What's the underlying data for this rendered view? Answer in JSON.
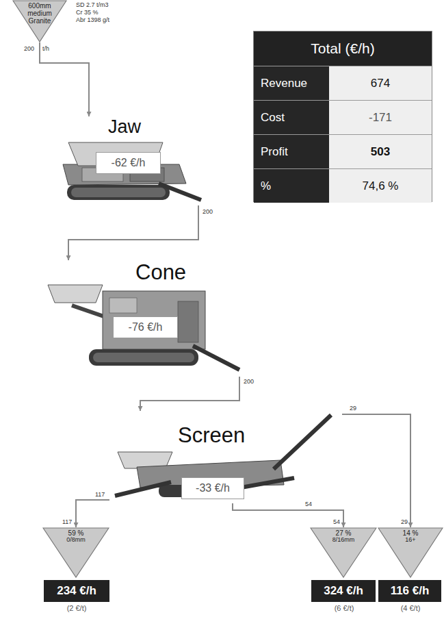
{
  "diagram": {
    "nodes": [
      {
        "text": [
          "600mm medium Granite"
        ]
      },
      {
        "text": [
          "Total (€/h)",
          "Revenue",
          "674",
          "Cost",
          "-171",
          "Profit",
          "503",
          "%",
          "74,6 %"
        ]
      },
      {
        "text": [
          "Jaw"
        ]
      },
      {
        "text": [
          "-62 €/h"
        ],
        "in": 2
      },
      {
        "text": [
          "Cone"
        ]
      },
      {
        "text": [
          "-76 €/h"
        ],
        "in": 4
      },
      {
        "text": [
          "Screen"
        ]
      },
      {
        "text": [
          "-33 €/h"
        ],
        "in": 6
      },
      {
        "text": [
          "59 %",
          "0/8mm"
        ]
      },
      {
        "text": [
          "234 €/h"
        ]
      },
      {
        "text": [
          "27 %",
          "8/16mm"
        ]
      },
      {
        "text": [
          "324 €/h"
        ]
      },
      {
        "text": [
          "14 %",
          "16+"
        ]
      },
      {
        "text": [
          "116 €/h"
        ]
      }
    ],
    "edges": [
      {
        "from": 0,
        "to": 2,
        "arrow": "to",
        "label": "200"
      },
      {
        "from": 2,
        "to": 4,
        "arrow": "to",
        "label": "200"
      },
      {
        "from": 4,
        "to": 6,
        "arrow": "to",
        "label": "200"
      },
      {
        "from": 6,
        "to": 8,
        "arrow": "to",
        "label": "117"
      },
      {
        "from": 6,
        "to": 10,
        "arrow": "to",
        "label": "54"
      },
      {
        "from": 6,
        "to": 12,
        "arrow": "to",
        "label": "29"
      }
    ],
    "labels": [
      "SD 2.7 t/m3",
      "Cr 35 %",
      "Abr 1398 g/t",
      "t/h",
      "117",
      "54",
      "29",
      "(2 €/t)",
      "(6 €/t)",
      "(4 €/t)"
    ]
  }
}
